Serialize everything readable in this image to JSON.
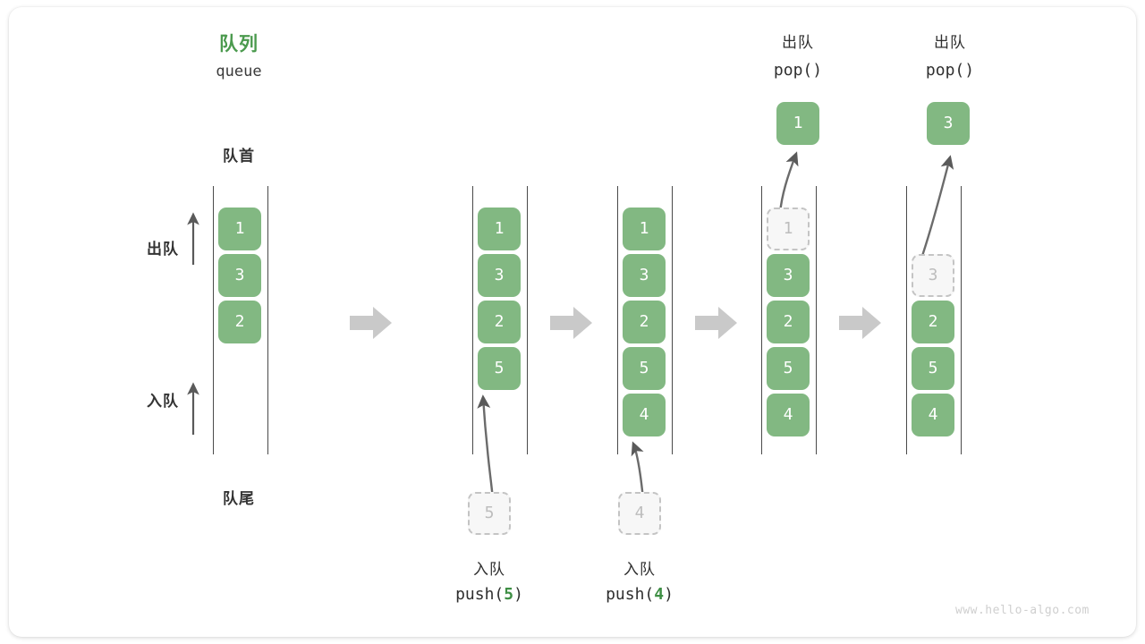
{
  "diagram": {
    "title_cn": "队列",
    "title_en": "queue",
    "front_label": "队首",
    "rear_label": "队尾",
    "dequeue_side_label": "出队",
    "enqueue_side_label": "入队",
    "watermark": "www.hello-algo.com",
    "accent_green": "#4b9a4e",
    "cell_green": "#82b882",
    "ghost_gray": "#bdbdbd",
    "arrow_gray": "#c9c9c9"
  },
  "columns": [
    {
      "id": "initial",
      "header_cn": "",
      "header_code": "",
      "footer_cn": "",
      "footer_code_prefix": "",
      "footer_code_arg": "",
      "footer_code_suffix": "",
      "cells": [
        "1",
        "3",
        "2"
      ],
      "result_value": "",
      "incoming_value": ""
    },
    {
      "id": "push-5",
      "header_cn": "",
      "header_code": "",
      "footer_cn": "入队",
      "footer_code_prefix": "push(",
      "footer_code_arg": "5",
      "footer_code_suffix": ")",
      "cells": [
        "1",
        "3",
        "2",
        "5"
      ],
      "result_value": "",
      "incoming_value": "5"
    },
    {
      "id": "push-4",
      "header_cn": "",
      "header_code": "",
      "footer_cn": "入队",
      "footer_code_prefix": "push(",
      "footer_code_arg": "4",
      "footer_code_suffix": ")",
      "cells": [
        "1",
        "3",
        "2",
        "5",
        "4"
      ],
      "result_value": "",
      "incoming_value": "4"
    },
    {
      "id": "pop-1",
      "header_cn": "出队",
      "header_code": "pop()",
      "footer_cn": "",
      "footer_code_prefix": "",
      "footer_code_arg": "",
      "footer_code_suffix": "",
      "cells": [
        "1",
        "3",
        "2",
        "5",
        "4"
      ],
      "removed_index": 0,
      "result_value": "1",
      "incoming_value": ""
    },
    {
      "id": "pop-3",
      "header_cn": "出队",
      "header_code": "pop()",
      "footer_cn": "",
      "footer_code_prefix": "",
      "footer_code_arg": "",
      "footer_code_suffix": "",
      "cells": [
        "3",
        "2",
        "5",
        "4"
      ],
      "removed_index": 0,
      "result_value": "3",
      "incoming_value": ""
    }
  ],
  "separators": [
    "step-arrow-1",
    "step-arrow-2",
    "step-arrow-3",
    "step-arrow-4"
  ]
}
